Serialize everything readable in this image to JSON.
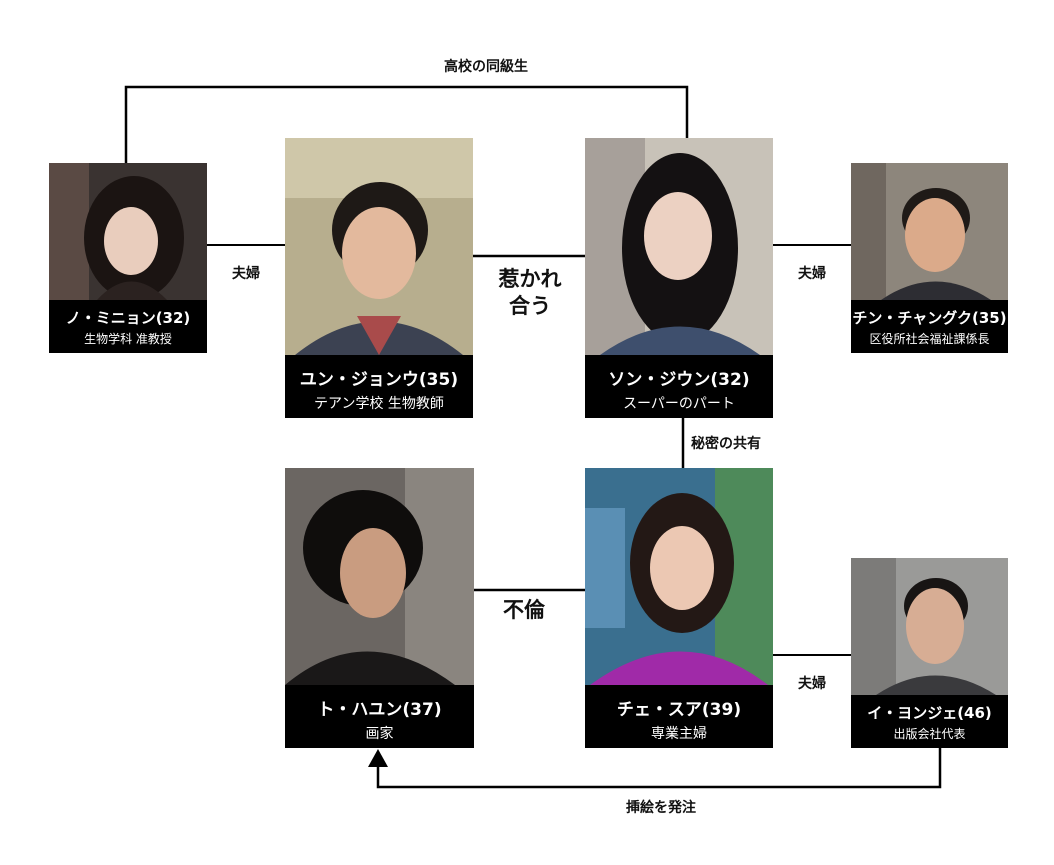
{
  "people": {
    "minyeon": {
      "name": "ノ・ミニョン(32)",
      "role": "生物学科 准教授"
    },
    "jungwoo": {
      "name": "ユン・ジョンウ(35)",
      "role": "テアン学校 生物教師"
    },
    "jiwon": {
      "name": "ソン・ジウン(32)",
      "role": "スーパーのパート"
    },
    "changguk": {
      "name": "チン・チャングク(35)",
      "role": "区役所社会福祉課係長"
    },
    "hayun": {
      "name": "ト・ハユン(37)",
      "role": "画家"
    },
    "sua": {
      "name": "チェ・スア(39)",
      "role": "専業主婦"
    },
    "yongje": {
      "name": "イ・ヨンジェ(46)",
      "role": "出版会社代表"
    }
  },
  "relations": {
    "classmates": "高校の同級生",
    "couple_left": "夫婦",
    "couple_right": "夫婦",
    "couple_bottom": "夫婦",
    "attracted_1": "惹かれ",
    "attracted_2": "合う",
    "secret": "秘密の共有",
    "affair": "不倫",
    "commission": "挿絵を発注"
  },
  "colors": {
    "line": "#000000",
    "caption_bg": "#000000",
    "caption_text": "#ffffff",
    "suit_purple": "#a02aa8"
  }
}
